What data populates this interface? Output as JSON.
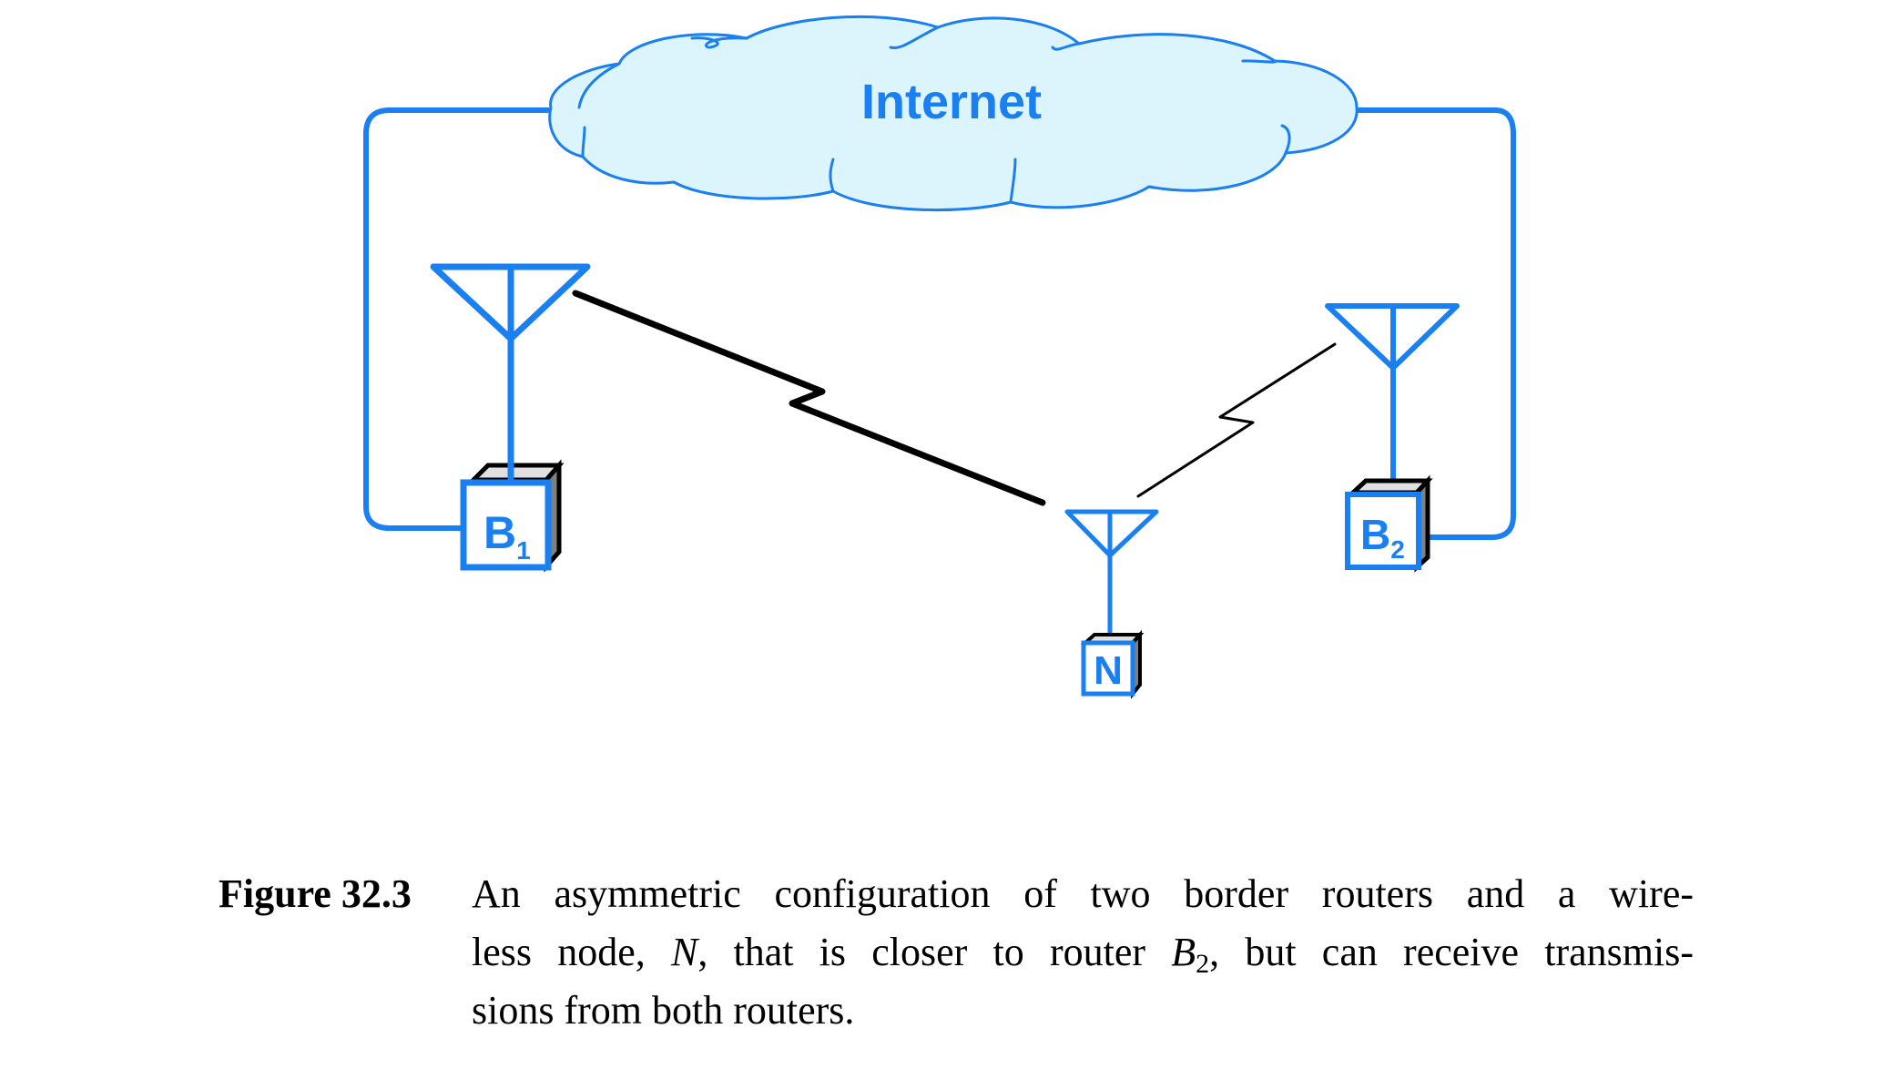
{
  "diagram": {
    "cloud": {
      "label": "Internet",
      "fill_color": "#dcf5fc",
      "stroke_color": "#1a7ff0"
    },
    "nodes": [
      {
        "id": "B1",
        "kind": "border-router",
        "label": "B",
        "subscript": "1"
      },
      {
        "id": "B2",
        "kind": "border-router",
        "label": "B",
        "subscript": "2"
      },
      {
        "id": "N",
        "kind": "wireless-node",
        "label": "N",
        "subscript": ""
      }
    ],
    "links": [
      {
        "from": "B1",
        "to": "Internet",
        "type": "wired"
      },
      {
        "from": "B2",
        "to": "Internet",
        "type": "wired"
      },
      {
        "from": "B1",
        "to": "N",
        "type": "wireless",
        "strength": "strong"
      },
      {
        "from": "B2",
        "to": "N",
        "type": "wireless",
        "strength": "weak"
      }
    ],
    "colors": {
      "accent": "#1a7ff0",
      "wireless_link": "#000000",
      "box_side": "#808080",
      "box_top": "#e0e0e0"
    }
  },
  "caption": {
    "label": "Figure 32.3",
    "line1": "An asymmetric configuration of two border routers and a wire-",
    "line2_a": "less node, ",
    "line2_n": "N",
    "line2_b": ", that is closer to router ",
    "line2_B": "B",
    "line2_sub": "2",
    "line2_c": ", but can receive transmis-",
    "line3": "sions from both routers."
  }
}
